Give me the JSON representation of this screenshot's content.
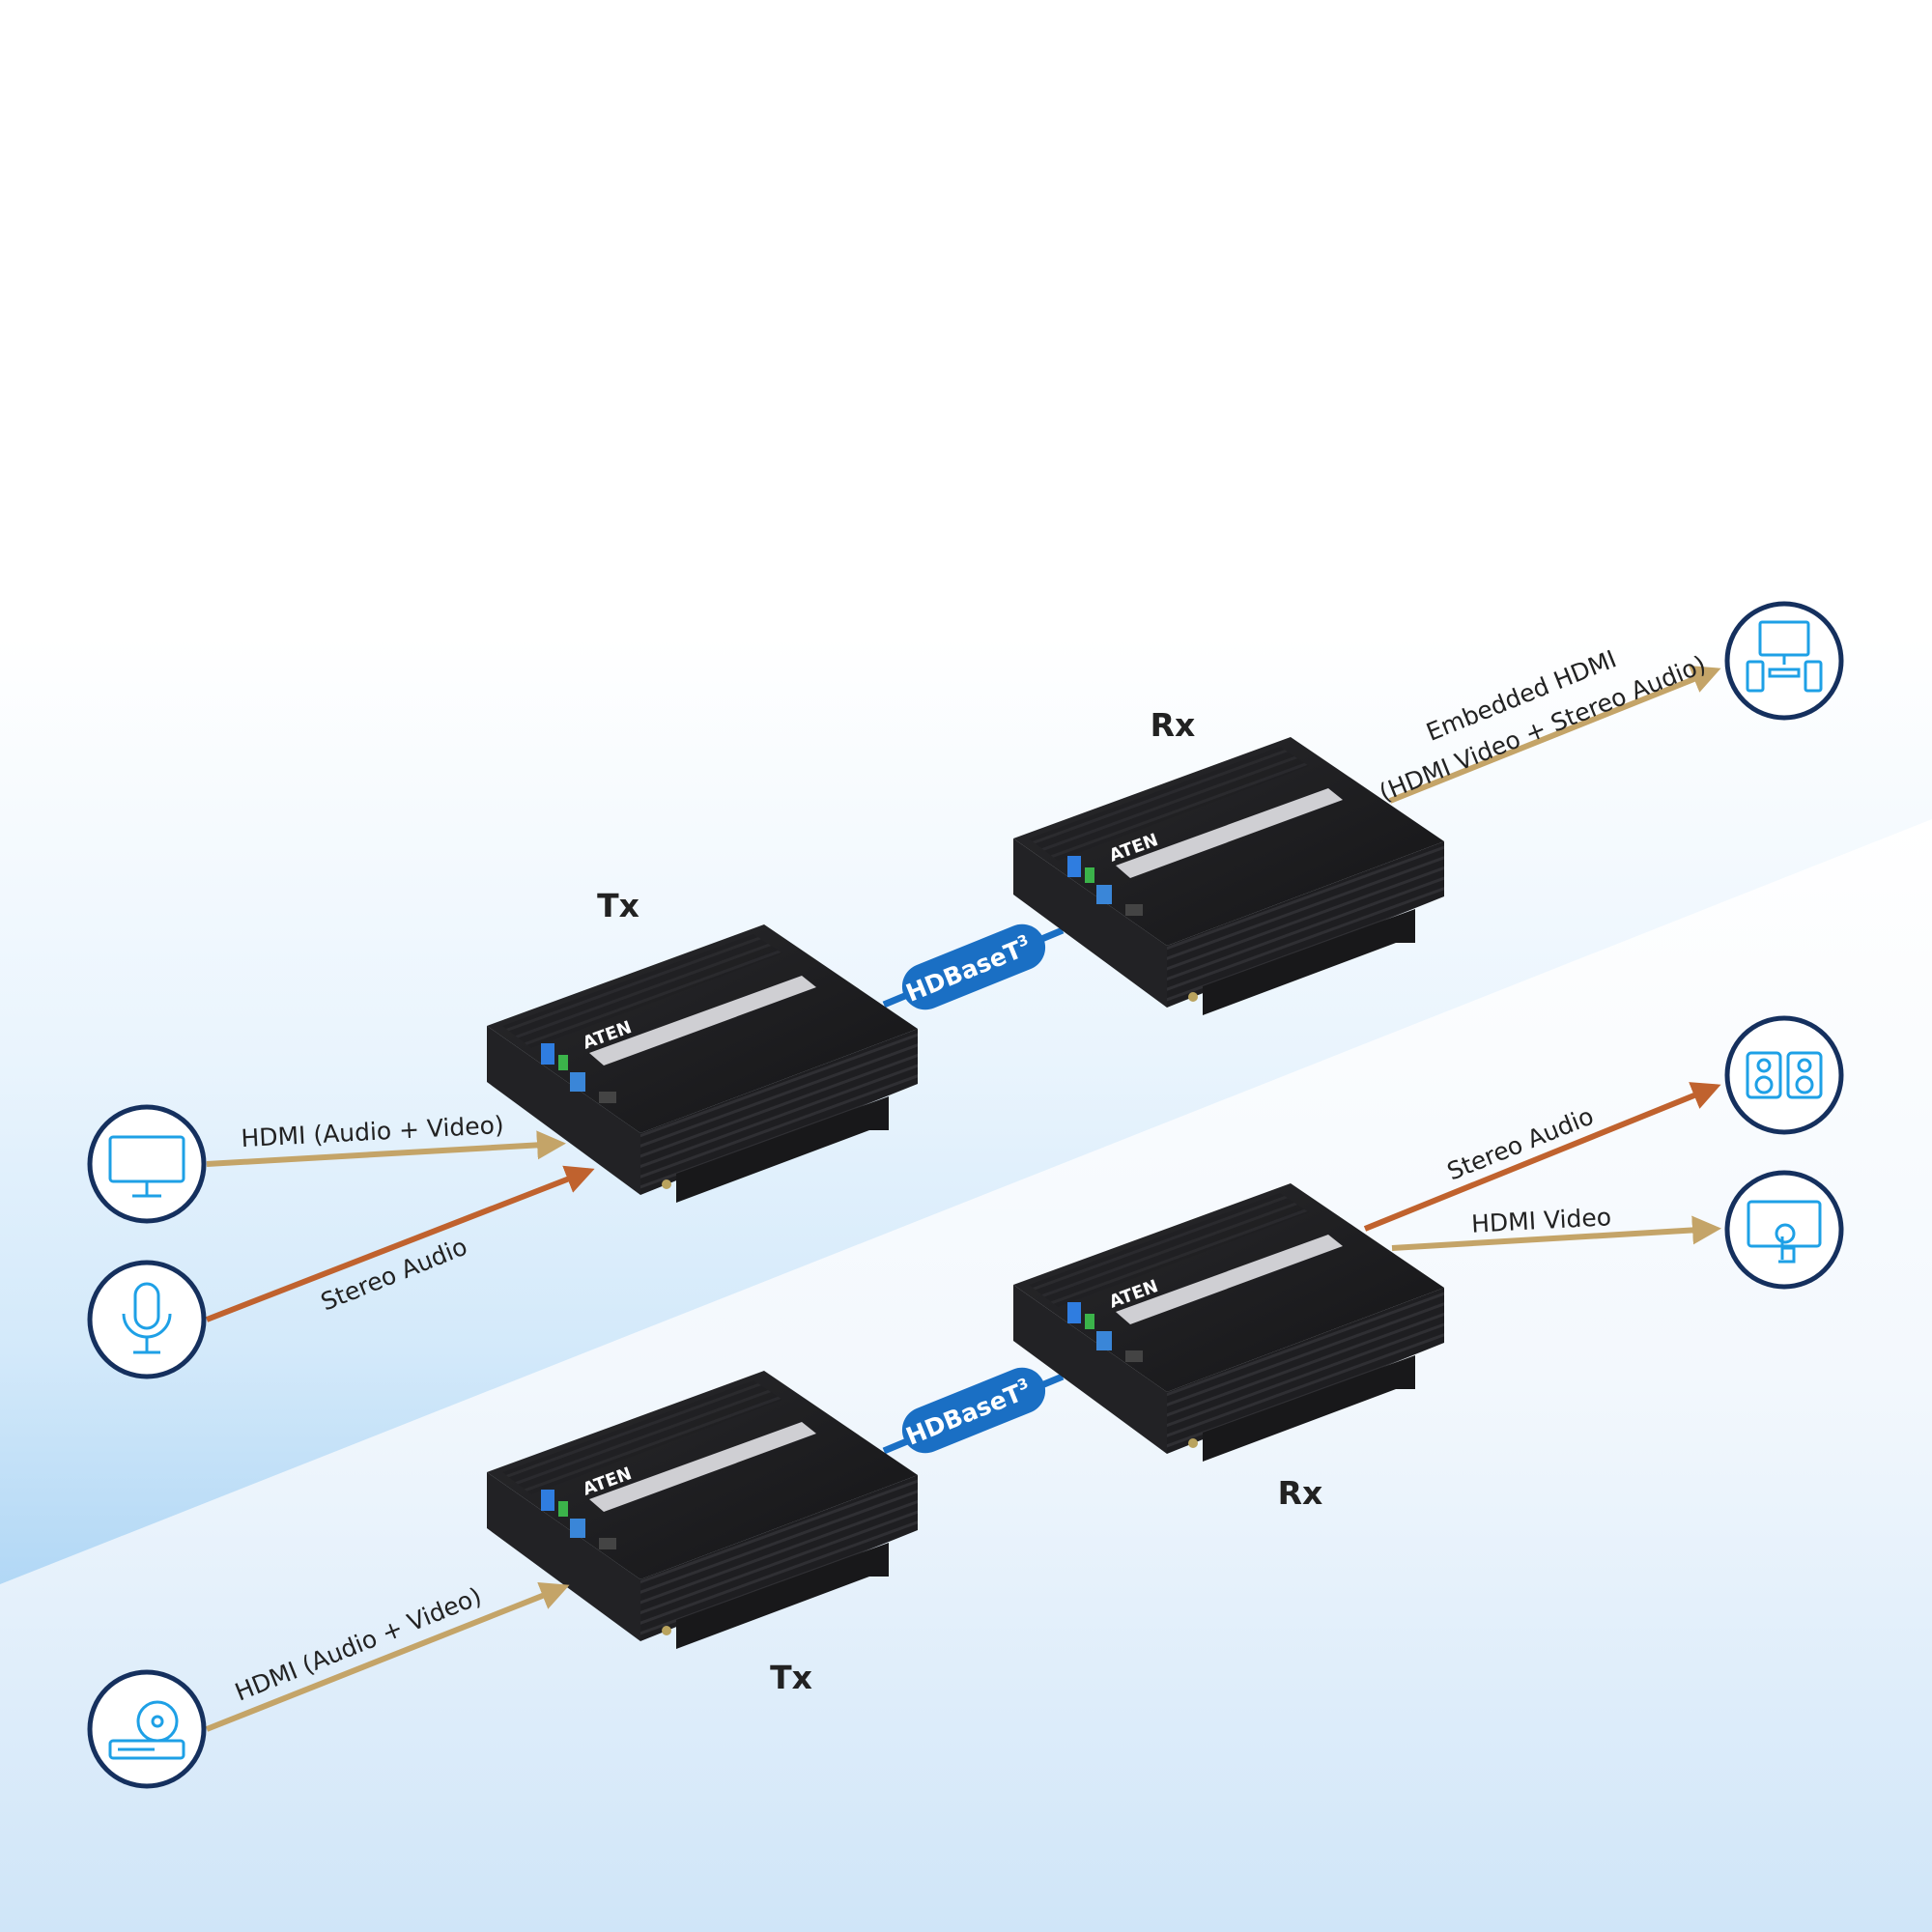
{
  "colors": {
    "hdmi_arrow": "#c4a468",
    "audio_arrow": "#c0622e",
    "hdbaset_link": "#1a6fc4",
    "circle_border": "#15305e",
    "icon_stroke": "#1ea0e6",
    "device_body": "#1c1c1e"
  },
  "scenario_top": {
    "tx_label": "Tx",
    "rx_label": "Rx",
    "link_label": "HDBaseT",
    "link_superscript": "3",
    "device_brand": "ATEN",
    "inputs": [
      {
        "label": "HDMI (Audio + Video)",
        "icon": "monitor-icon"
      },
      {
        "label": "Stereo Audio",
        "icon": "microphone-icon"
      }
    ],
    "output": {
      "label_line1": "Embedded HDMI",
      "label_line2": "(HDMI Video + Stereo Audio)",
      "icon": "home-theater-icon"
    }
  },
  "scenario_bottom": {
    "tx_label": "Tx",
    "rx_label": "Rx",
    "link_label": "HDBaseT",
    "link_superscript": "3",
    "device_brand": "ATEN",
    "input": {
      "label": "HDMI (Audio + Video)",
      "icon": "media-player-icon"
    },
    "outputs": [
      {
        "label": "Stereo Audio",
        "icon": "speakers-icon"
      },
      {
        "label": "HDMI Video",
        "icon": "touch-display-icon"
      }
    ]
  }
}
